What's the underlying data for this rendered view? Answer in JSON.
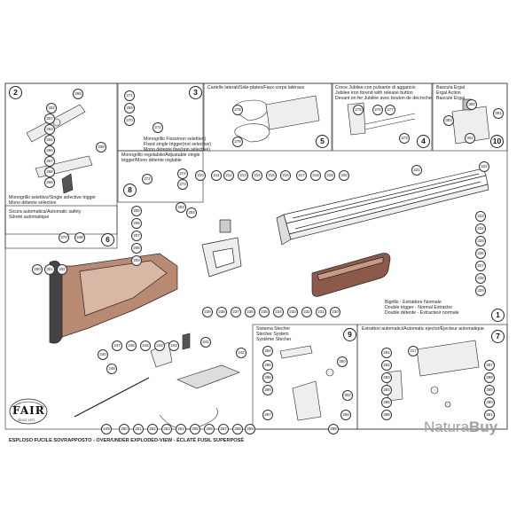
{
  "sheet_title": "ESPLOSO FUCILE SOVRAPPOSTO - OVER/UNDER EXPLODED-VIEW - ÉCLATÉ FUSIL SUPERPOSÉ",
  "brand": {
    "name": "FAIR",
    "tagline": "SINCE 1971"
  },
  "watermark": {
    "part1": "Natura",
    "part2": "Buy"
  },
  "panels": {
    "p2": {
      "number": "2"
    },
    "p3": {
      "number": "3",
      "caption": [
        "Monogrillo Fisso/non selettivo)",
        "Fixed single trigger(not selective)",
        "Mono détente fixe(non sélective)"
      ]
    },
    "p2_caption": [
      "Monogrillo selettivo/Single selective trigger",
      "Mono détente sélective"
    ],
    "p5": {
      "number": "5",
      "caption": [
        "Cartelle laterali/Side-plates/Faux-corps latéraux"
      ]
    },
    "p4": {
      "number": "4",
      "caption": [
        "Croce Jubilee con pulsante di aggancio",
        "Jubilee iron forend with release button",
        "Devant en fer Jubilée avec bouton de décroche"
      ]
    },
    "p10": {
      "number": "10",
      "caption": [
        "Bascula Ergal",
        "Ergal Action",
        "Bascule Ergal"
      ]
    },
    "p8": {
      "number": "8",
      "caption": [
        "Monogrillo regolabile/Adjustable single",
        "trigger/Mono détente réglable"
      ]
    },
    "p6": {
      "number": "6",
      "caption": [
        "Sicura automatica/Automatic safety",
        "Sûreté automatique"
      ]
    },
    "p1": {
      "number": "1",
      "caption": [
        "Bigrillo - Estrattore Normale",
        "Double trigger - Normal Extractor",
        "Double détente - Extracteur normale"
      ]
    },
    "p9": {
      "number": "9",
      "caption": [
        "Sistema Stecher",
        "Stecher System",
        "Système Stecher"
      ]
    },
    "p7": {
      "number": "7",
      "caption": [
        "Estrattori automatici/Automatic ejector/Éjecteur automatique"
      ]
    }
  },
  "part_numbers": {
    "p2": [
      "265",
      "262",
      "207",
      "263",
      "264",
      "266",
      "267",
      "268",
      "269",
      "208"
    ],
    "p3": [
      "271",
      "269",
      "270",
      "272"
    ],
    "p5": [
      "278",
      "279"
    ],
    "p4": [
      "275",
      "276",
      "277",
      "273"
    ],
    "p10": [
      "300",
      "301",
      "303",
      "302"
    ],
    "p8": [
      "274",
      "273",
      "272"
    ],
    "p6": [
      "270",
      "248"
    ],
    "main_top": [
      "210",
      "211",
      "212",
      "213",
      "214",
      "215",
      "216",
      "217",
      "218",
      "219",
      "220",
      "222",
      "221"
    ],
    "main_right": [
      "223",
      "224",
      "225",
      "226",
      "227",
      "228",
      "229"
    ],
    "main_left": [
      "205",
      "206",
      "207",
      "208",
      "209",
      "203",
      "204",
      "200",
      "201",
      "202"
    ],
    "main_bottom": [
      "247",
      "246",
      "245",
      "244",
      "243",
      "239",
      "238",
      "237",
      "236",
      "235",
      "234",
      "233",
      "232",
      "231",
      "230"
    ],
    "lower": [
      "240",
      "242",
      "241",
      "248",
      "249",
      "250",
      "251",
      "252",
      "253",
      "254",
      "255",
      "256",
      "257",
      "258",
      "259"
    ],
    "p9": [
      "294",
      "295",
      "296",
      "299",
      "297",
      "300",
      "298",
      "302",
      "256"
    ],
    "p7": [
      "281",
      "282",
      "283",
      "284",
      "285",
      "286",
      "287",
      "288",
      "289",
      "290",
      "291",
      "217"
    ]
  }
}
